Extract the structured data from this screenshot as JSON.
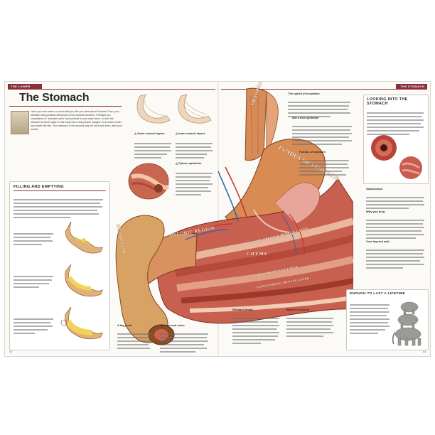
{
  "header": {
    "left_section": "THE LOWER TORSO",
    "right_section": "THE STOMACH"
  },
  "title": "The Stomach",
  "intro_text": "Have you ever eaten so much that you felt you were about to burst? If so, your stomach had probably stretched to hold around two litres. Perhaps you complained of \"stomach ache\" and pointed to your navel area. In fact, the stomach is much higher in the body than most people imagine. It is tucked under your lower left ribs. Your stomach is the second stop for food and drink, after your mouth.",
  "filling": {
    "title": "FILLING AND EMPTYING"
  },
  "labels": {
    "outer_muscle_layers": "Outer muscle layers",
    "inner_muscle_layers": "Inner muscle layers",
    "pyloric_sphincter": "Pyloric sphincter",
    "oesophagus": "OESOPHAGUS",
    "fundus": "FUNDUS OF STOMACH",
    "pyloric_region": "PYLORIC REGION",
    "duodenum": "DUODENUM",
    "chyme": "CHYME",
    "inner_oblique": "INNER OBLIQUE MUSCLE LAYER",
    "circular_layer": "CIRCULAR MUSCLE LAYER",
    "longitudinal": "LONGITUDINAL MUSCLE LAYER",
    "outer_layer": "OUTER LAYER",
    "speed_of_swallow": "The speed of a swallow",
    "not_true_sphincter": "Not a true sphincter",
    "fundus_of_stomach": "Fundus of stomach",
    "big_push": "A big push",
    "arteries_veins": "Arteries and veins",
    "stomach_lining": "Stomach lining",
    "barrier_mucus": "Barrier of mucus",
    "submucosa": "Submucosa",
    "why_you_burp": "Why you burp",
    "your_layered_wall": "Your layered wall"
  },
  "looking_into": {
    "title": "LOOKING INTO THE STOMACH"
  },
  "enough": {
    "title": "ENOUGH TO LAST A LIFETIME"
  },
  "page_numbers": {
    "left": "42",
    "right": "43"
  },
  "colors": {
    "accent": "#8a2f3a",
    "stomach": "#d68b5a",
    "muscle": "#c95a4a",
    "lining": "#e9a89a",
    "duodenum": "#d89b5e"
  }
}
